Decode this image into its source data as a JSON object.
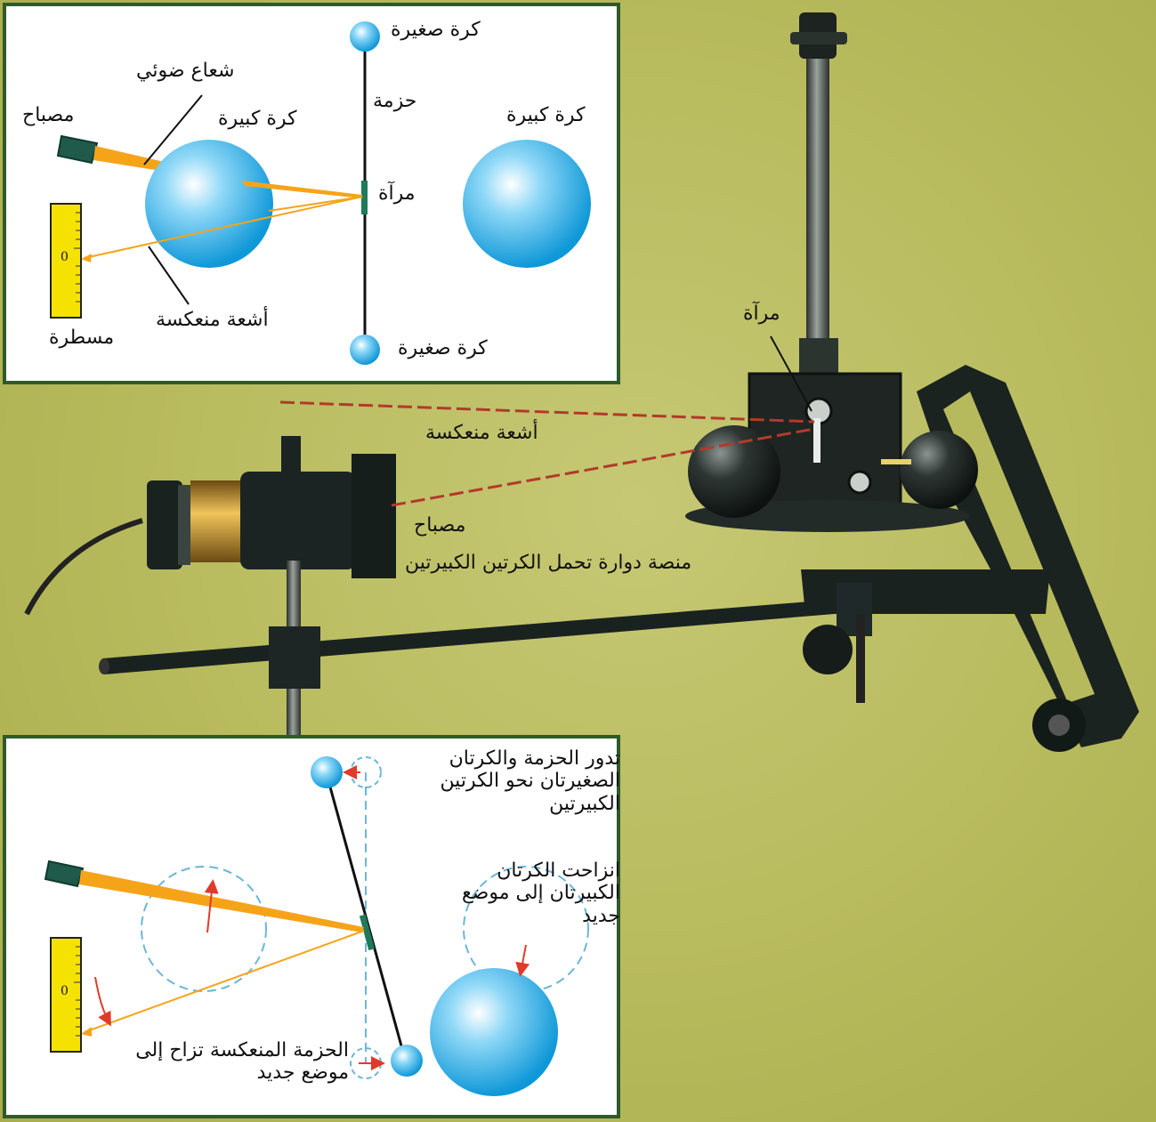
{
  "top_panel": {
    "small_sphere_top": "كرة صغيرة",
    "small_sphere_bottom": "كرة صغيرة",
    "light_ray": "شعاع ضوئي",
    "lamp": "مصباح",
    "large_sphere_left": "كرة كبيرة",
    "large_sphere_right": "كرة كبيرة",
    "torsion_rod": "حزمة",
    "mirror": "مرآة",
    "reflected_rays": "أشعة منعكسة",
    "ruler": "مسطرة",
    "ruler_zero": "0"
  },
  "photo": {
    "mirror": "مرآة",
    "reflected_rays": "أشعة منعكسة",
    "lamp": "مصباح",
    "platform": "منصة دوارة تحمل الكرتين الكبيرتين"
  },
  "bottom_panel": {
    "rod_rotates": "تدور الحزمة والكرتان الصغيرتان نحو الكرتين الكبيرتين",
    "spheres_moved": "انزاحت الكرتان الكبيرتان إلى موضع جديد",
    "beam_shifted": "الحزمة المنعكسة تزاح إلى موضع جديد",
    "ruler_zero": "0"
  },
  "colors": {
    "sphere": "#1aa6e4",
    "beam": "#f5a41a",
    "lamp": "#1f5a4a",
    "ruler": "#f6e200",
    "panel_border": "#2f5a2a",
    "arrow": "#e03a2a",
    "dashed": "#6cb6d9"
  }
}
